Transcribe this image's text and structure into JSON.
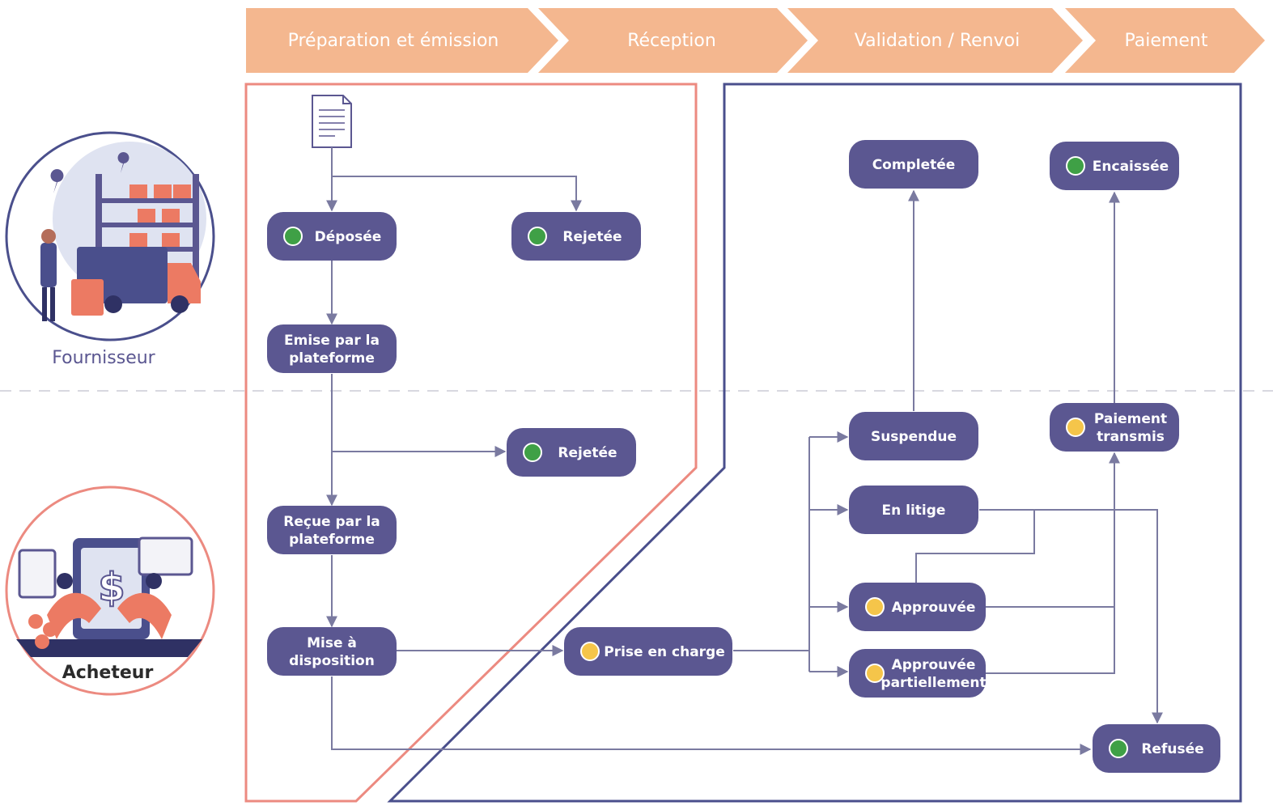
{
  "phases": [
    {
      "label": "Préparation et émission"
    },
    {
      "label": "Réception"
    },
    {
      "label": "Validation / Renvoi"
    },
    {
      "label": "Paiement"
    }
  ],
  "actors": {
    "supplier": {
      "label": "Fournisseur"
    },
    "buyer": {
      "label": "Acheteur"
    }
  },
  "nodes": {
    "deposee": {
      "lines": [
        "Déposée"
      ],
      "status": "green"
    },
    "rejetee_1": {
      "lines": [
        "Rejetée"
      ],
      "status": "green"
    },
    "emise": {
      "lines": [
        "Emise par la",
        "plateforme"
      ],
      "status": "none"
    },
    "rejetee_2": {
      "lines": [
        "Rejetée"
      ],
      "status": "green"
    },
    "recue": {
      "lines": [
        "Reçue par la",
        "plateforme"
      ],
      "status": "none"
    },
    "mise": {
      "lines": [
        "Mise à",
        "disposition"
      ],
      "status": "none"
    },
    "prise": {
      "lines": [
        "Prise en charge"
      ],
      "status": "yellow"
    },
    "completee": {
      "lines": [
        "Completée"
      ],
      "status": "none"
    },
    "suspendue": {
      "lines": [
        "Suspendue"
      ],
      "status": "none"
    },
    "litige": {
      "lines": [
        "En litige"
      ],
      "status": "none"
    },
    "approuvee": {
      "lines": [
        "Approuvée"
      ],
      "status": "yellow"
    },
    "approuvee_part": {
      "lines": [
        "Approuvée",
        "partiellement"
      ],
      "status": "yellow"
    },
    "encaissee": {
      "lines": [
        "Encaissée"
      ],
      "status": "green"
    },
    "paiement": {
      "lines": [
        "Paiement",
        "transmis"
      ],
      "status": "yellow"
    },
    "refusee": {
      "lines": [
        "Refusée"
      ],
      "status": "green"
    }
  },
  "colors": {
    "phase": "#f4b78f",
    "node": "#5b5791",
    "edge": "#7a7aa0",
    "supplier_frame": "#ec8a80",
    "operator_frame": "#4a4f8c",
    "status_green": "#3fa046",
    "status_yellow": "#f5c54a",
    "lane_divider": "#d8d8e0",
    "actor_text": "#5b5791",
    "buyer_text": "#2b2b2b"
  }
}
